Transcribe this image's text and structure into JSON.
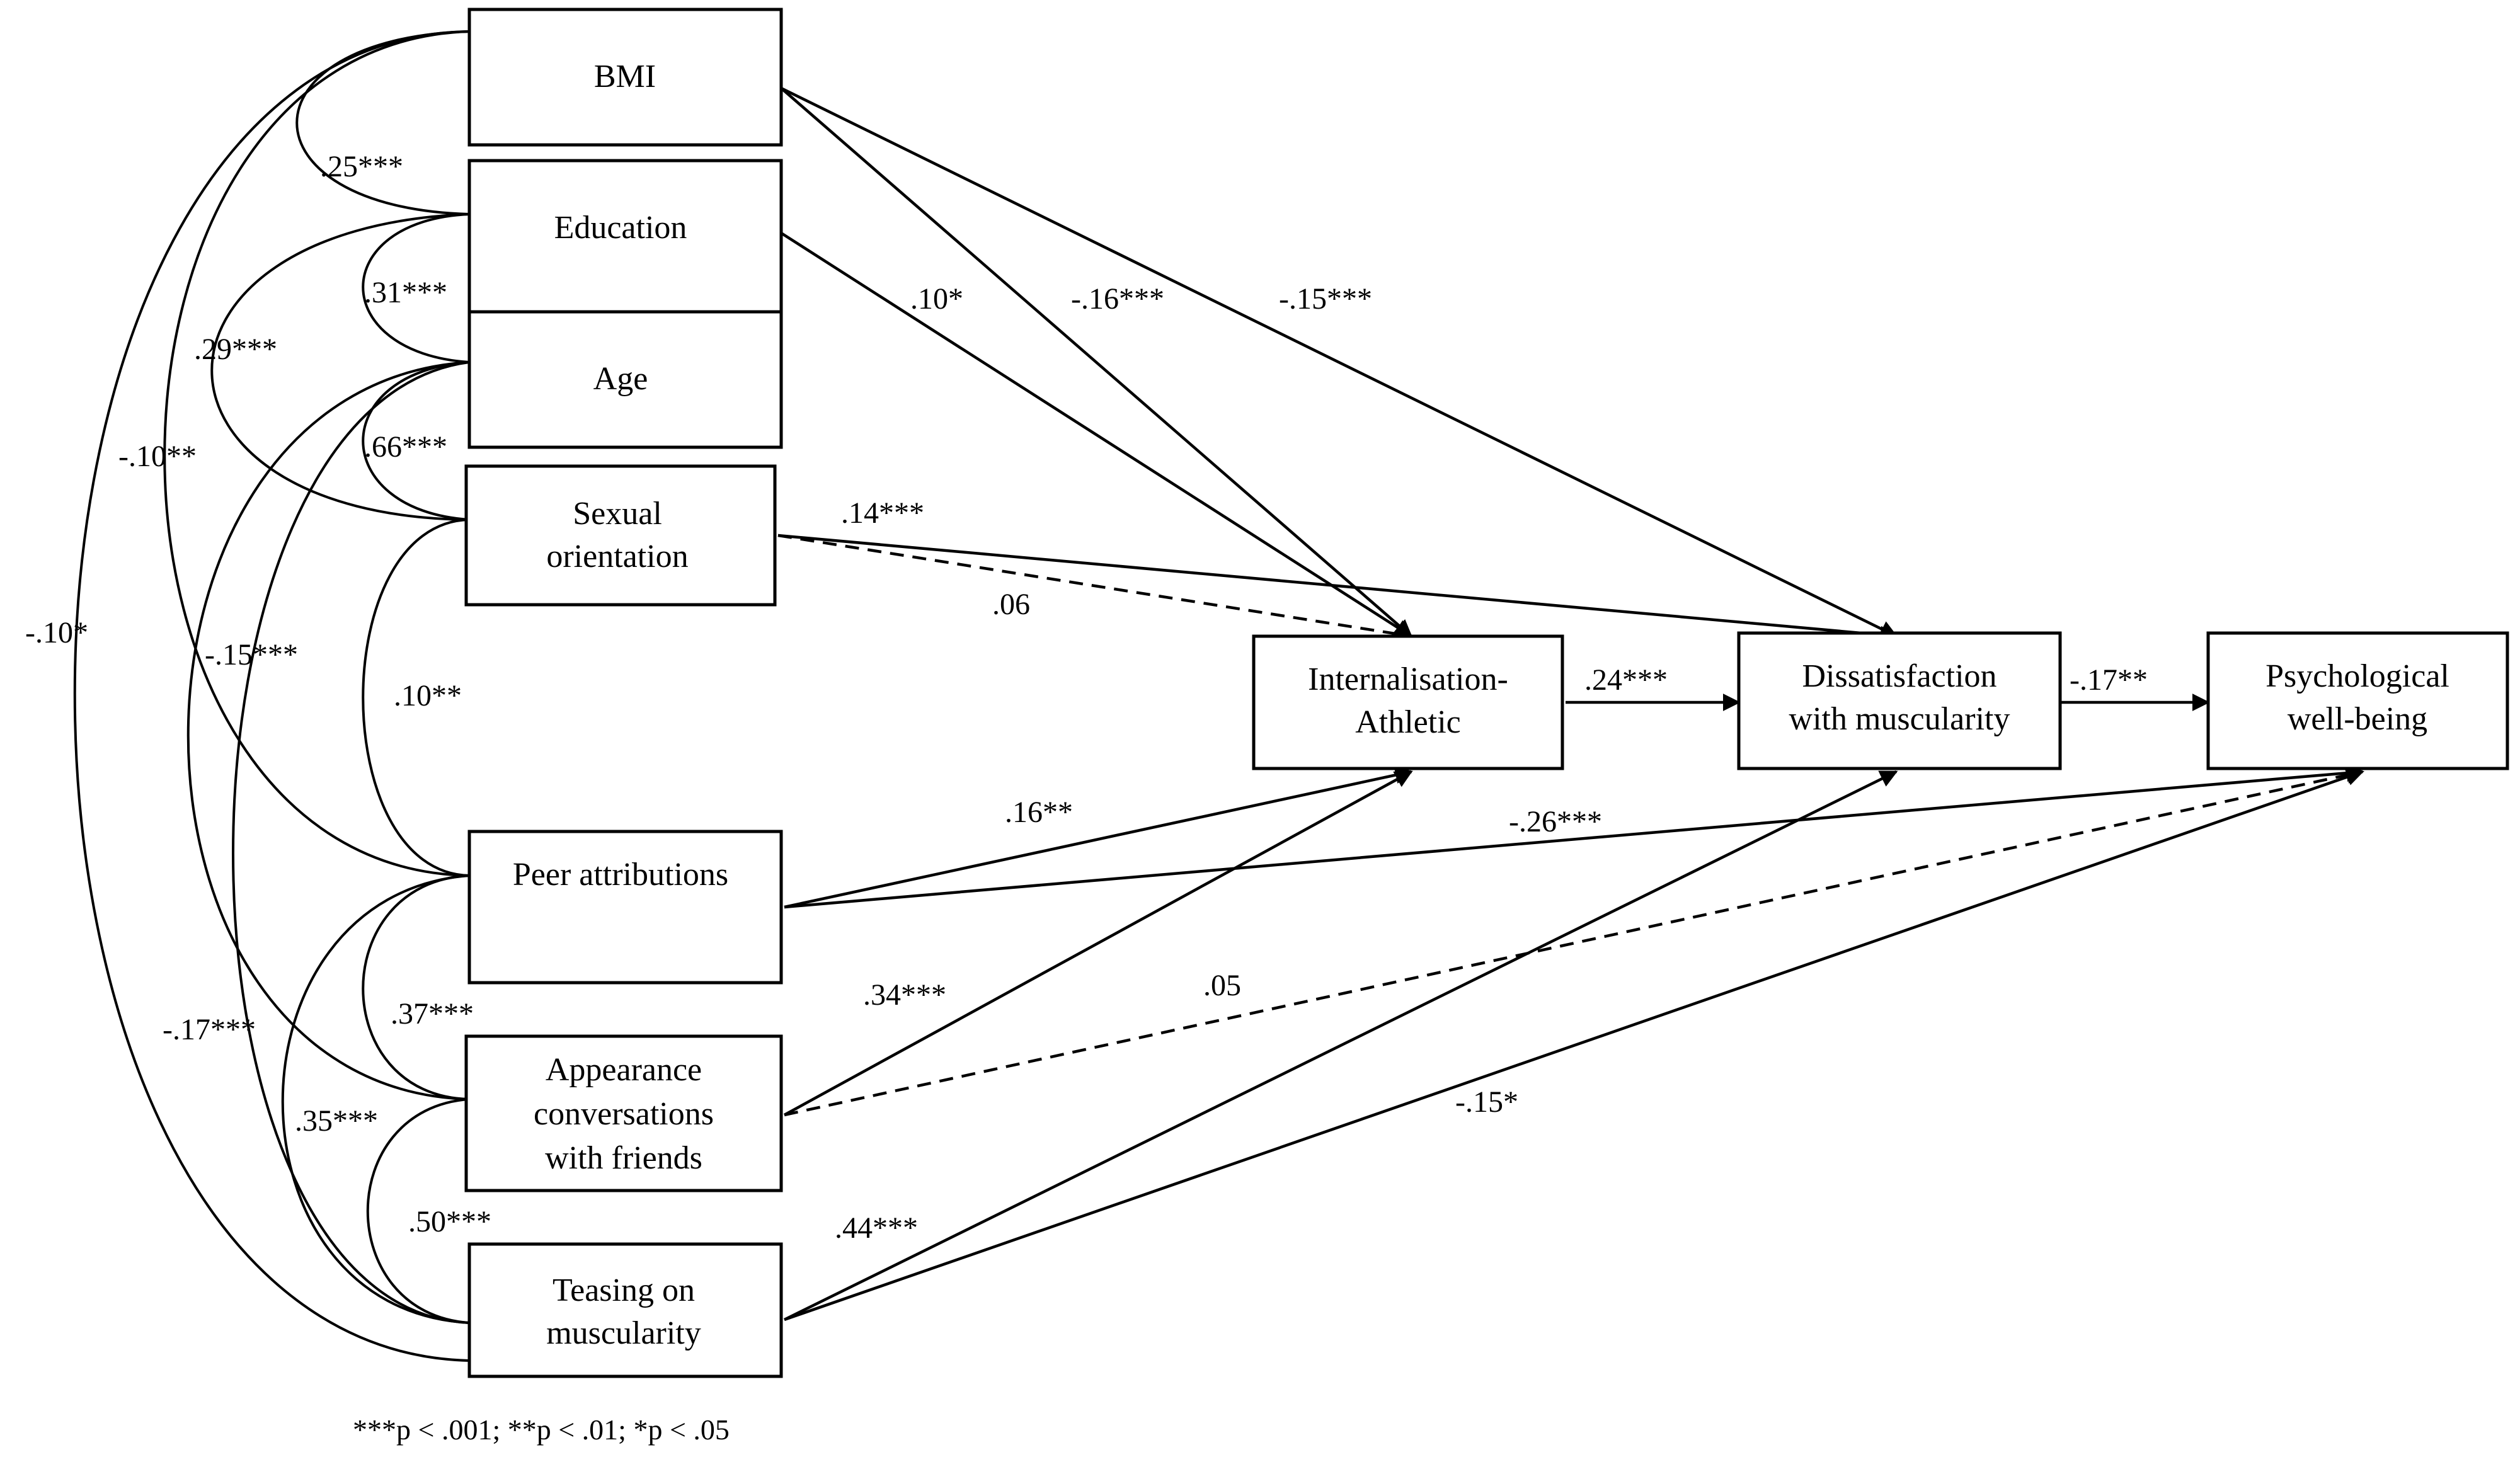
{
  "nodes": {
    "bmi": "BMI",
    "education": "Education",
    "age": "Age",
    "sexual_orientation": [
      "Sexual",
      "orientation"
    ],
    "peer_attributions": "Peer attributions",
    "appearance_conversations": [
      "Appearance",
      "conversations",
      "with friends"
    ],
    "teasing": [
      "Teasing on",
      "muscularity"
    ],
    "internalisation": [
      "Internalisation-",
      "Athletic"
    ],
    "dissatisfaction": [
      "Dissatisfaction",
      "with muscularity"
    ],
    "wellbeing": [
      "Psychological",
      "well-being"
    ]
  },
  "paths": {
    "edu_int": ".10*",
    "bmi_int": "-.16***",
    "bmi_dis": "-.15***",
    "sex_dis": ".14***",
    "sex_int": ".06",
    "int_dis": ".24***",
    "dis_wb": "-.17**",
    "peer_int": ".16**",
    "peer_wb": "-.26***",
    "app_int": ".34***",
    "app_wb": ".05",
    "teas_wb": "-.15*",
    "teas_dis": ".44***"
  },
  "correlations": {
    "bmi_edu": ".25***",
    "edu_age": ".31***",
    "edu_sex": ".29***",
    "age_sex": ".66***",
    "bmi_peer": "-.10**",
    "bmi_teas": "-.10*",
    "age_app": "-.15***",
    "sex_peer": ".10**",
    "peer_app": ".37***",
    "age_teas": "-.17***",
    "peer_teas": ".35***",
    "app_teas": ".50***"
  },
  "footnote": "***p < .001; **p < .01; *p < .05"
}
